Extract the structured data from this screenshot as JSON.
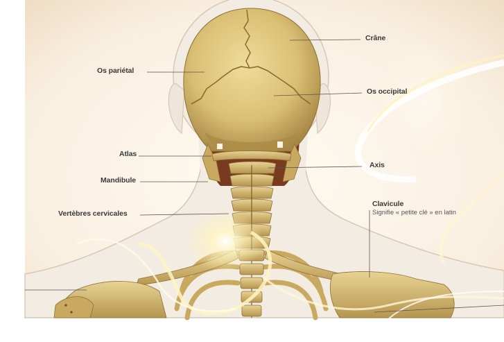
{
  "colors": {
    "background": "#fdf6ec",
    "silhouette": "#f2ebe2",
    "bone": "#d9bf73",
    "bone_dark": "#a9873f",
    "muscle": "#7a3a20",
    "leader_line": "#555555",
    "label_text": "#3a3a3a"
  },
  "labels": {
    "parietal": "Os pariétal",
    "crane": "Crâne",
    "occipital": "Os occipital",
    "atlas": "Atlas",
    "axis": "Axis",
    "mandibule": "Mandibule",
    "vertebres": "Vertèbres cervicales",
    "clavicule": "Clavicule",
    "clavicule_note": "Signifie « petite clé » en latin"
  }
}
